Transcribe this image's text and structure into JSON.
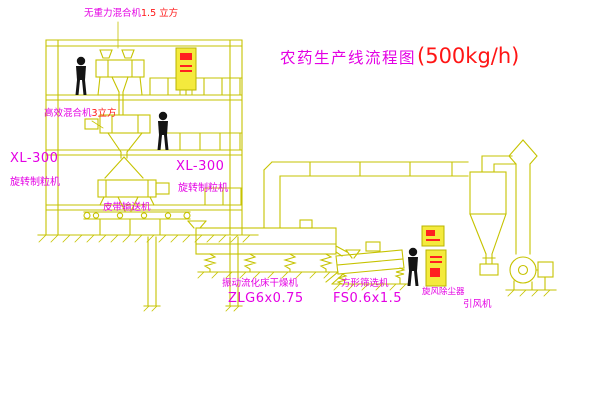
{
  "title": {
    "text": "农药生产线流程图",
    "capacity": "(500kg/h)"
  },
  "labels": {
    "mixer_top": {
      "name": "无重力混合机",
      "spec": "1.5 立方"
    },
    "mixer_mid": {
      "name": "高效混合机",
      "spec": "3立方"
    },
    "granulator_left": {
      "model": "XL-300",
      "name": "旋转制粒机"
    },
    "granulator_mid": {
      "model": "XL-300",
      "name": "旋转制粒机"
    },
    "belt_conveyor": "皮带输送机",
    "dryer": {
      "name": "振动流化床干燥机",
      "model": "ZLG6x0.75"
    },
    "sieve": {
      "name": "方形筛选机",
      "model": "FS0.6x1.5"
    },
    "cyclone": "旋风除尘器",
    "fan": "引风机"
  },
  "colors": {
    "line": "#c6c300",
    "label": "#e400e4",
    "accent": "#ff1515",
    "figure": "#141414",
    "cabinet_fill": "#f4ea3d",
    "background": "#ffffff"
  }
}
